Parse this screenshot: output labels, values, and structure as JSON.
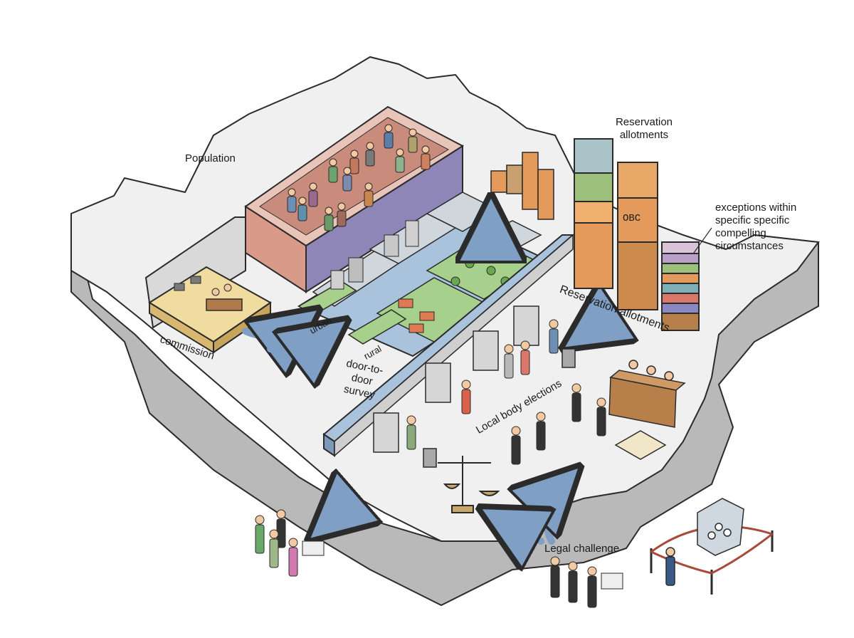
{
  "labels": {
    "population": "Population",
    "commission": "commission",
    "urban": "urban",
    "rural": "rural",
    "survey": "door-to-door survey",
    "reservation_title": "Reservation allotments",
    "reservation_band": "Reservation allotments",
    "obc": "OBC",
    "exceptions": "exceptions within specific specific compelling circumstances",
    "elections": "Local body elections",
    "legal": "Legal challenge"
  },
  "colors": {
    "map_top": "#f0f0f0",
    "map_side": "#b9b9b9",
    "outline": "#2b2b2b",
    "population_box": "#d99a8a",
    "population_side": "#8f86b8",
    "road": "#a9c3dc",
    "arrow": "#7f9fc4",
    "grass": "#a8d08d",
    "desk": "#f1dca0",
    "orange": "#e39a5a",
    "teal": "#a9c3c8",
    "green": "#9cbf7b",
    "brown": "#b7804a"
  }
}
